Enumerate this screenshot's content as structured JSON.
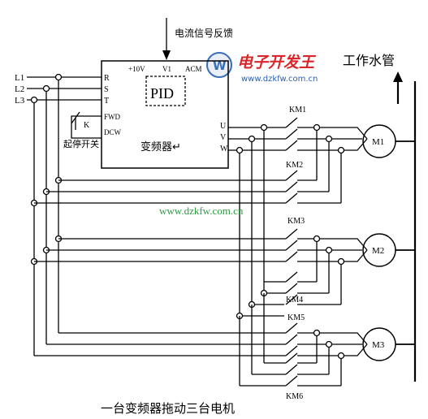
{
  "feedback_label": "电流信号反馈",
  "phase_labels": [
    "L1",
    "L2",
    "L3"
  ],
  "inverter": {
    "input_terminals": [
      "R",
      "S",
      "T"
    ],
    "control_terminals": [
      "FWD",
      "DCW"
    ],
    "top_terminals": [
      "+10V",
      "V1",
      "ACM"
    ],
    "output_terminals": [
      "U",
      "V",
      "W"
    ],
    "pid_label": "PID",
    "name": "变频器↵"
  },
  "switch_label": "K",
  "switch_caption": "起停开关",
  "contactors": [
    "KM1",
    "KM2",
    "KM3",
    "KM4",
    "KM5",
    "KM6"
  ],
  "motors": [
    "M1",
    "M2",
    "M3"
  ],
  "logo": {
    "brand_text": "电子开发王",
    "url_text": "www.dzkfw.com.cn",
    "accent_color": "#d8262a",
    "url_color": "#2e5fa8",
    "circle_color": "#3a6fb8"
  },
  "watermark": "www.dzkfw.com.cn",
  "watermark_color": "#2f9a43",
  "water_pipe_label": "工作水管",
  "caption": "一台变频器拖动三台电机"
}
